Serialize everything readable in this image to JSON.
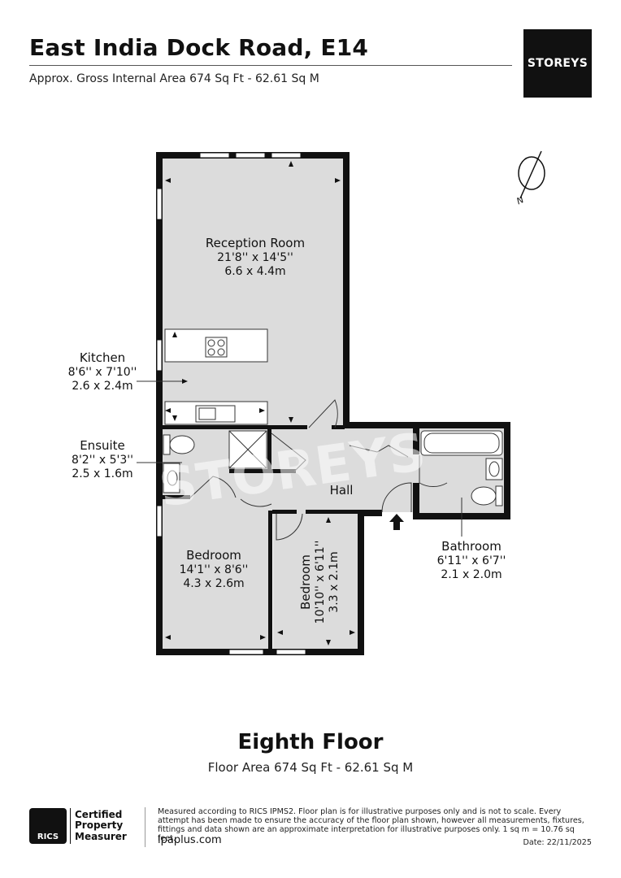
{
  "header": {
    "title": "East India Dock Road, E14",
    "subtitle": "Approx. Gross Internal Area 674 Sq Ft - 62.61 Sq M",
    "brand": "STOREYS"
  },
  "watermark": "STOREYS",
  "compass": {
    "label": "N"
  },
  "rooms": [
    {
      "id": "reception",
      "name": "Reception Room",
      "imperial": "21'8'' x 14'5''",
      "metric": "6.6 x 4.4m"
    },
    {
      "id": "kitchen",
      "name": "Kitchen",
      "imperial": "8'6'' x 7'10''",
      "metric": "2.6 x 2.4m"
    },
    {
      "id": "ensuite",
      "name": "Ensuite",
      "imperial": "8'2'' x 5'3''",
      "metric": "2.5 x 1.6m"
    },
    {
      "id": "hall",
      "name": "Hall",
      "imperial": "",
      "metric": ""
    },
    {
      "id": "bathroom",
      "name": "Bathroom",
      "imperial": "6'11'' x 6'7''",
      "metric": "2.1 x 2.0m"
    },
    {
      "id": "bedroom1",
      "name": "Bedroom",
      "imperial": "14'1'' x 8'6''",
      "metric": "4.3 x 2.6m"
    },
    {
      "id": "bedroom2",
      "name": "Bedroom",
      "imperial": "10'10'' x 6'11''",
      "metric": "3.3 x 2.1m"
    }
  ],
  "floor": {
    "title": "Eighth Floor",
    "area": "Floor Area 674 Sq Ft - 62.61 Sq M"
  },
  "footer": {
    "rics_logo": "RICS",
    "cert_line1": "Certified",
    "cert_line2": "Property",
    "cert_line3": "Measurer",
    "disclaimer": "Measured according to RICS IPMS2. Floor plan is for illustrative purposes only and is not to scale. Every attempt has been made to ensure the accuracy of the floor plan shown, however all measurements, fixtures, fittings and data shown are an approximate interpretation for illustrative purposes only. 1 sq m = 10.76 sq feet.",
    "website": "lpaplus.com",
    "date": "Date: 22/11/2025"
  },
  "colors": {
    "wall": "#111111",
    "room_fill": "#dcdcdc",
    "brand_bg": "#111111",
    "watermark": "#ffffff"
  }
}
